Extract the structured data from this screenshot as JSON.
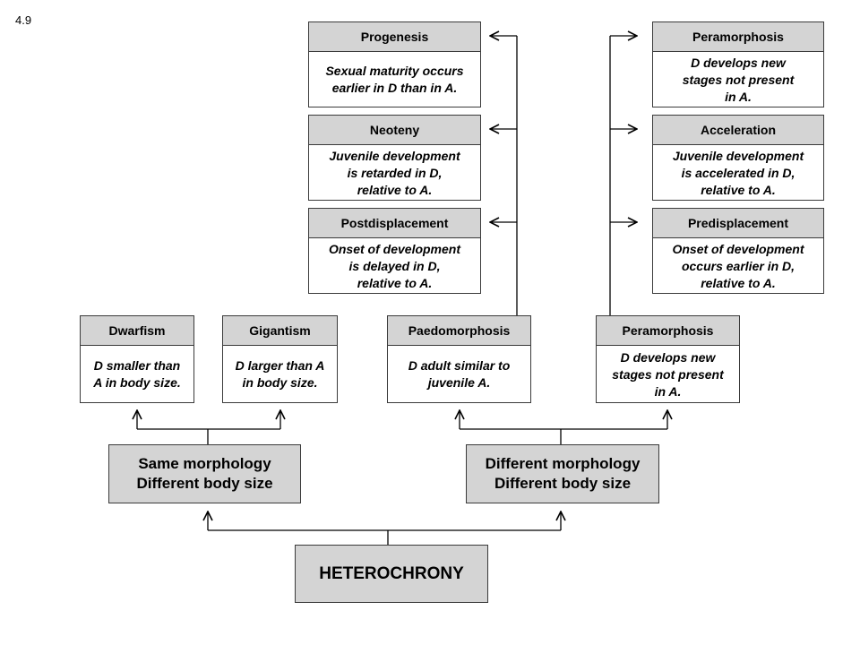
{
  "figure_number": "4.9",
  "root": {
    "label": "HETEROCHRONY"
  },
  "categories": {
    "same": "Same morphology\nDifferent body size",
    "different": "Different morphology\nDifferent body size"
  },
  "boxes": {
    "dwarfism": {
      "title": "Dwarfism",
      "text": "D smaller than\nA in body size."
    },
    "gigantism": {
      "title": "Gigantism",
      "text": "D larger than A\nin body size."
    },
    "paedomorphosis": {
      "title": "Paedomorphosis",
      "text": "D adult similar to\njuvenile A."
    },
    "peramorphosis": {
      "title": "Peramorphosis",
      "text": "D develops new\nstages not present\nin A."
    },
    "progenesis": {
      "title": "Progenesis",
      "text": "Sexual maturity occurs\nearlier in D than in A."
    },
    "neoteny": {
      "title": "Neoteny",
      "text": "Juvenile development\nis retarded in D,\nrelative to A."
    },
    "postdisplacement": {
      "title": "Postdisplacement",
      "text": "Onset of development\nis delayed in D,\nrelative to A."
    },
    "peramorphosis_top": {
      "title": "Peramorphosis",
      "text": "D develops new\nstages not present\nin A."
    },
    "acceleration": {
      "title": "Acceleration",
      "text": "Juvenile development\nis accelerated in D,\nrelative to A."
    },
    "predisplacement": {
      "title": "Predisplacement",
      "text": "Onset of development\noccurs earlier in D,\nrelative to A."
    }
  }
}
